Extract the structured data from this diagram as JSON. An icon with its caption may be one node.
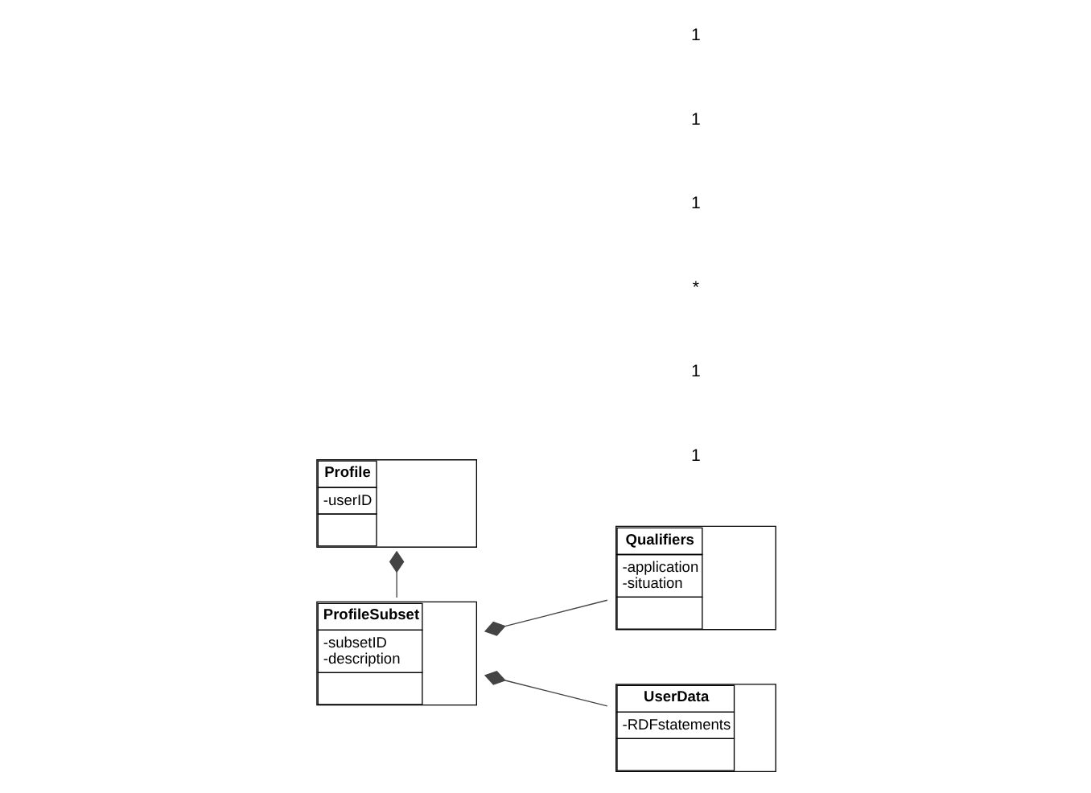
{
  "diagram": {
    "nodes": [
      {
        "text": [
          "Profile",
          "-userID"
        ]
      },
      {
        "text": [
          "ProfileSubset",
          "-subsetID",
          "-description"
        ]
      },
      {
        "text": [
          "Qualifiers",
          "-application",
          "-situation"
        ]
      },
      {
        "text": [
          "UserData",
          "-RDFstatements"
        ]
      }
    ],
    "edges": [
      {
        "from": 1,
        "to": 0,
        "arrow": "other"
      },
      {
        "from": 2,
        "to": 1,
        "arrow": "other"
      },
      {
        "from": 3,
        "to": 1,
        "arrow": "other"
      }
    ],
    "labels": [
      "1",
      "1",
      "*",
      "1",
      "1",
      "1"
    ]
  }
}
